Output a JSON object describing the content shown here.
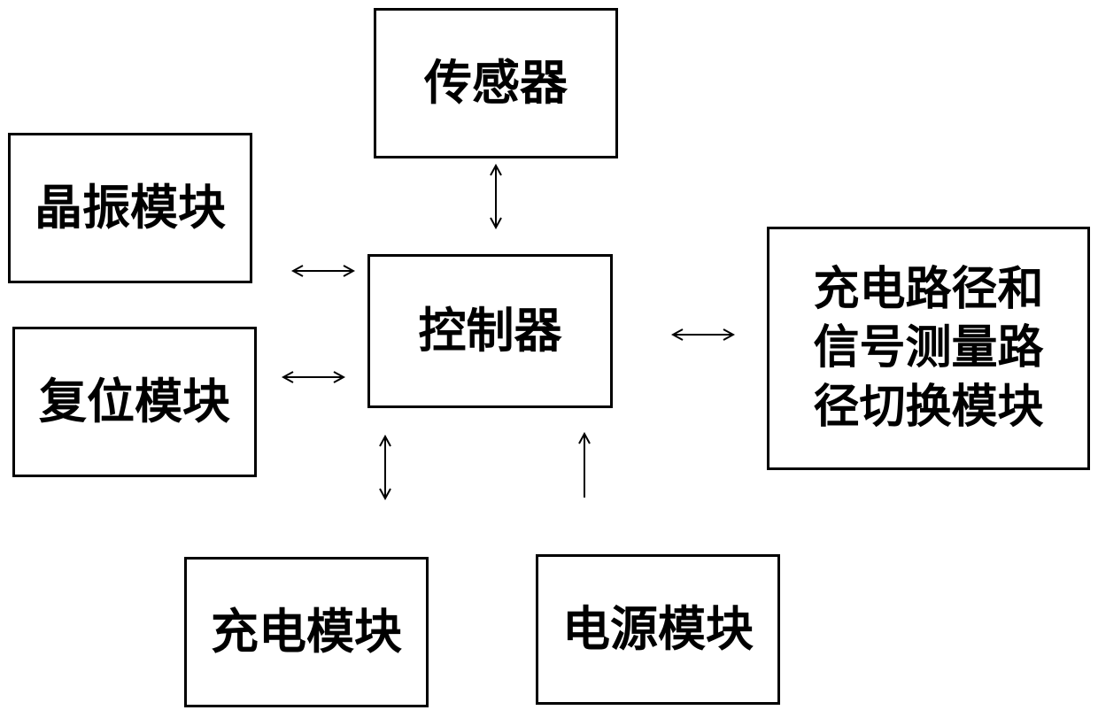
{
  "diagram": {
    "nodes": {
      "sensor": {
        "label": "传感器"
      },
      "crystal": {
        "label": "晶振模块"
      },
      "reset": {
        "label": "复位模块"
      },
      "controller": {
        "label": "控制器"
      },
      "switch": {
        "lines": [
          "充电路径和",
          "信号测量路",
          "径切换模块"
        ]
      },
      "charge": {
        "label": "充电模块"
      },
      "power": {
        "label": "电源模块"
      }
    },
    "edges": [
      {
        "from": "controller",
        "to": "sensor",
        "direction": "bidirectional"
      },
      {
        "from": "controller",
        "to": "crystal",
        "direction": "bidirectional"
      },
      {
        "from": "controller",
        "to": "reset",
        "direction": "bidirectional"
      },
      {
        "from": "controller",
        "to": "switch",
        "direction": "bidirectional"
      },
      {
        "from": "controller",
        "to": "charge",
        "direction": "bidirectional"
      },
      {
        "from": "power",
        "to": "controller",
        "direction": "one-way"
      }
    ],
    "colors": {
      "line": "#000000",
      "background": "#ffffff"
    }
  }
}
